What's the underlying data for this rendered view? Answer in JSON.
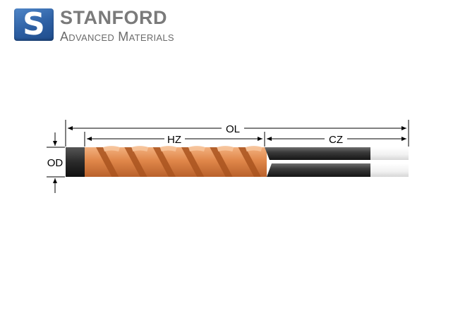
{
  "brand": {
    "logo_letter": "S",
    "name": "STANFORD",
    "subtitle": "Advanced Materials"
  },
  "diagram": {
    "labels": {
      "overall_length": "OL",
      "hot_zone": "HZ",
      "cold_zone": "CZ",
      "outer_diameter": "OD"
    },
    "colors": {
      "hot_zone": "#e08a4f",
      "cold_zone": "#2b2b2b",
      "end_cap": "#f2f2f2",
      "dimension_line": "#000000"
    },
    "spiral_turns": 6
  }
}
